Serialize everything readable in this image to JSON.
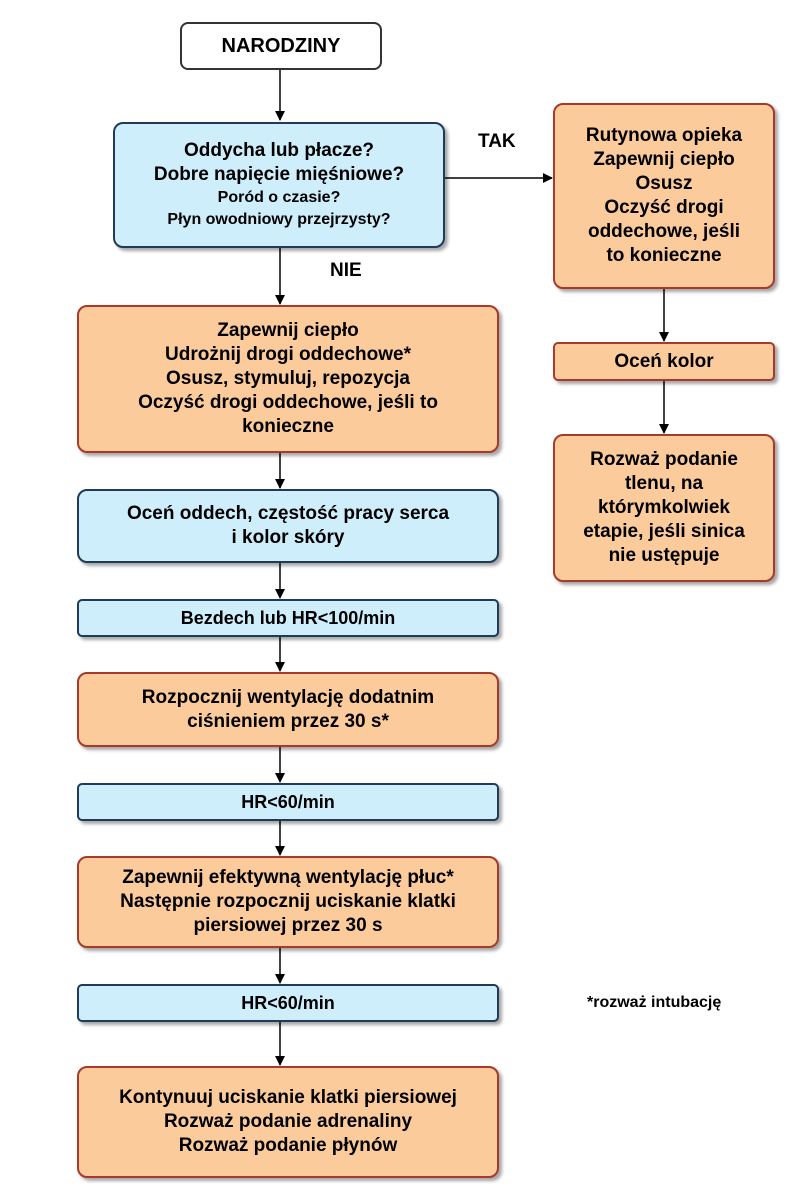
{
  "colors": {
    "blue_fill": "#cfeefc",
    "orange_fill": "#fccb9c",
    "border": "#000000"
  },
  "start": {
    "label": "NARODZINY"
  },
  "assess": {
    "line1": "Oddycha lub płacze?",
    "line2": "Dobre napięcie mięśniowe?",
    "line3": "Poród o czasie?",
    "line4": "Płyn owodniowy przejrzysty?"
  },
  "labels": {
    "yes": "TAK",
    "no": "NIE"
  },
  "routine": {
    "line1": "Rutynowa opieka",
    "line2": "Zapewnij ciepło",
    "line3": "Osusz",
    "line4": "Oczyść drogi",
    "line5": "oddechowe, jeśli",
    "line6": "to konieczne"
  },
  "color_eval": {
    "label": "Oceń kolor"
  },
  "oxygen": {
    "line1": "Rozważ podanie",
    "line2": "tlenu, na",
    "line3": "którymkolwiek",
    "line4": "etapie, jeśli sinica",
    "line5": "nie ustępuje"
  },
  "initial_steps": {
    "line1": "Zapewnij ciepło",
    "line2": "Udrożnij drogi oddechowe*",
    "line3": "Osusz, stymuluj, repozycja",
    "line4": "Oczyść drogi oddechowe, jeśli to",
    "line5": "konieczne"
  },
  "evaluate": {
    "line1": "Oceń oddech, częstość pracy serca",
    "line2": "i kolor skóry"
  },
  "apnea": {
    "label": "Bezdech lub HR<100/min"
  },
  "ppv": {
    "line1": "Rozpocznij wentylację dodatnim",
    "line2": "ciśnieniem przez 30 s*"
  },
  "hr1": {
    "label": "HR<60/min"
  },
  "compressions": {
    "line1": "Zapewnij efektywną wentylację płuc*",
    "line2": "Następnie rozpocznij uciskanie klatki",
    "line3": "piersiowej przez 30 s"
  },
  "hr2": {
    "label": "HR<60/min"
  },
  "final": {
    "line1": "Kontynuuj uciskanie klatki piersiowej",
    "line2": "Rozważ podanie adrenaliny",
    "line3": "Rozważ podanie płynów"
  },
  "footnote": "*rozważ intubację"
}
